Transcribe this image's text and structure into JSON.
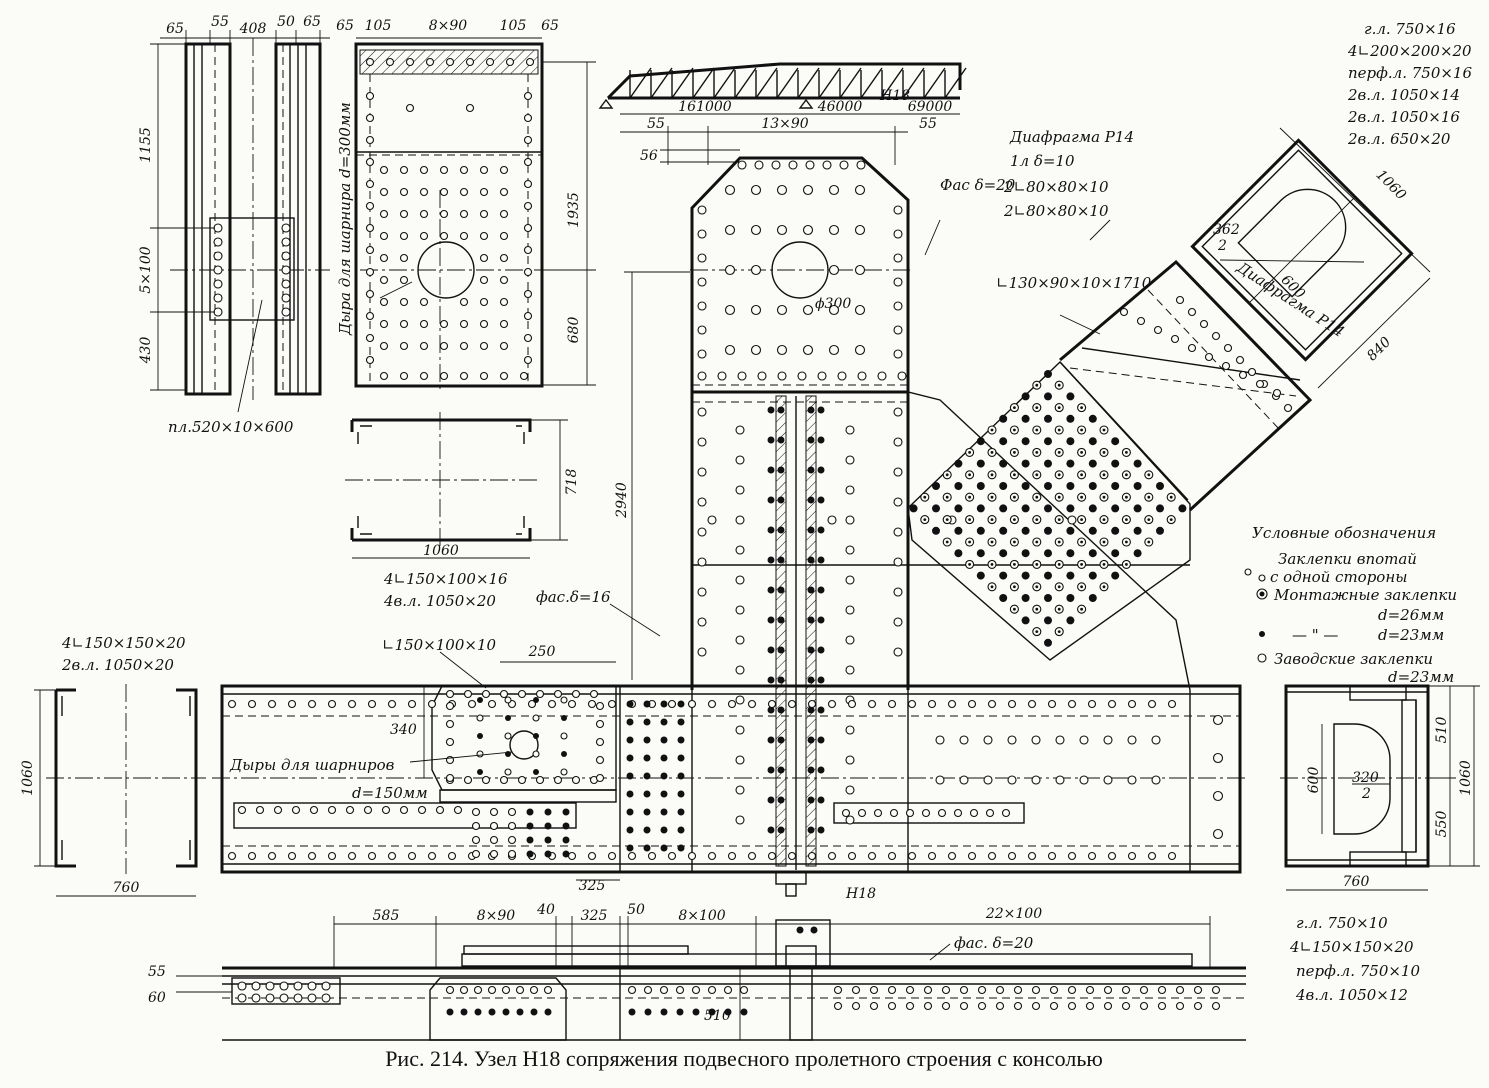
{
  "caption": "Рис. 214. Узел Н18 сопряжения подвесного пролетного строения с консолью",
  "top_left_view": {
    "dims_top": [
      "65",
      "55",
      "408",
      "50",
      "65"
    ],
    "dims_left": [
      "1155",
      "5×100",
      "430"
    ],
    "plate_label": "пл.520×10×600"
  },
  "top_mid_view": {
    "dims_top": [
      "65",
      "105",
      "8×90",
      "105",
      "65"
    ],
    "dims_right": [
      "1935",
      "680"
    ],
    "hole_label": "Дыра для шарнира d=300мм"
  },
  "section_718": {
    "height": "718",
    "width": "1060",
    "members": [
      "4∟150×100×16",
      "4в.л. 1050×20"
    ]
  },
  "truss_scheme": {
    "spans": [
      "161000",
      "46000",
      "69000"
    ],
    "node": "Н18"
  },
  "main_view": {
    "dims_top": [
      "55",
      "13×90",
      "55"
    ],
    "dim_56": "56",
    "hole_dia": "ϕ300",
    "dim_2940": "2940",
    "fac_top": "Фас δ=20",
    "fac_left": "фас.δ=16",
    "angle_label": "∟150×100×10",
    "dim_250": "250",
    "dim_340": "340",
    "holes_label": "Дыры для шарниров",
    "holes_dia": "d=150мм",
    "dim_325": "325",
    "node_label": "Н18"
  },
  "diaphragm": {
    "title": "Диафрагма Р14",
    "items": [
      "1л δ=10",
      "2∟80×80×10",
      "2∟80×80×10"
    ]
  },
  "diagonal": {
    "angle_label": "∟130×90×10×1710",
    "diaphragm_tag": "Диафрагма Р14",
    "dim_362": "362",
    "dim_362_den": "2",
    "dim_600": "600",
    "dim_1060": "1060",
    "dim_840": "840",
    "members": [
      "г.л. 750×16",
      "4∟200×200×20",
      "перф.л. 750×16",
      "2в.л. 1050×14",
      "2в.л. 1050×16",
      "2в.л. 650×20"
    ]
  },
  "legend": {
    "title": "Условные обозначения",
    "countersunk": "Заклепки впотай",
    "one_side": "с одной стороны",
    "field": "Монтажные заклепки",
    "field_d26": "d=26мм",
    "ditto": "—  \"  —",
    "field_d23": "d=23мм",
    "shop": "Заводские заклепки",
    "shop_d23": "d=23мм"
  },
  "section_left_1060": {
    "members": [
      "4∟150×150×20",
      "2в.л. 1050×20"
    ],
    "height": "1060",
    "width": "760"
  },
  "section_right_1060": {
    "dims_right": [
      "510",
      "550",
      "1060"
    ],
    "dim_600": "600",
    "dim_320": "320",
    "dim_320_den": "2",
    "width": "760",
    "members": [
      "г.л. 750×10",
      "4∟150×150×20",
      "перф.л. 750×10",
      "4в.л. 1050×12"
    ]
  },
  "bottom_view": {
    "dims_top": [
      "585",
      "8×90",
      "40",
      "325",
      "50",
      "8×100",
      "22×100"
    ],
    "dims_left": [
      "55",
      "60"
    ],
    "dim_510": "510",
    "fac": "фас. δ=20"
  }
}
